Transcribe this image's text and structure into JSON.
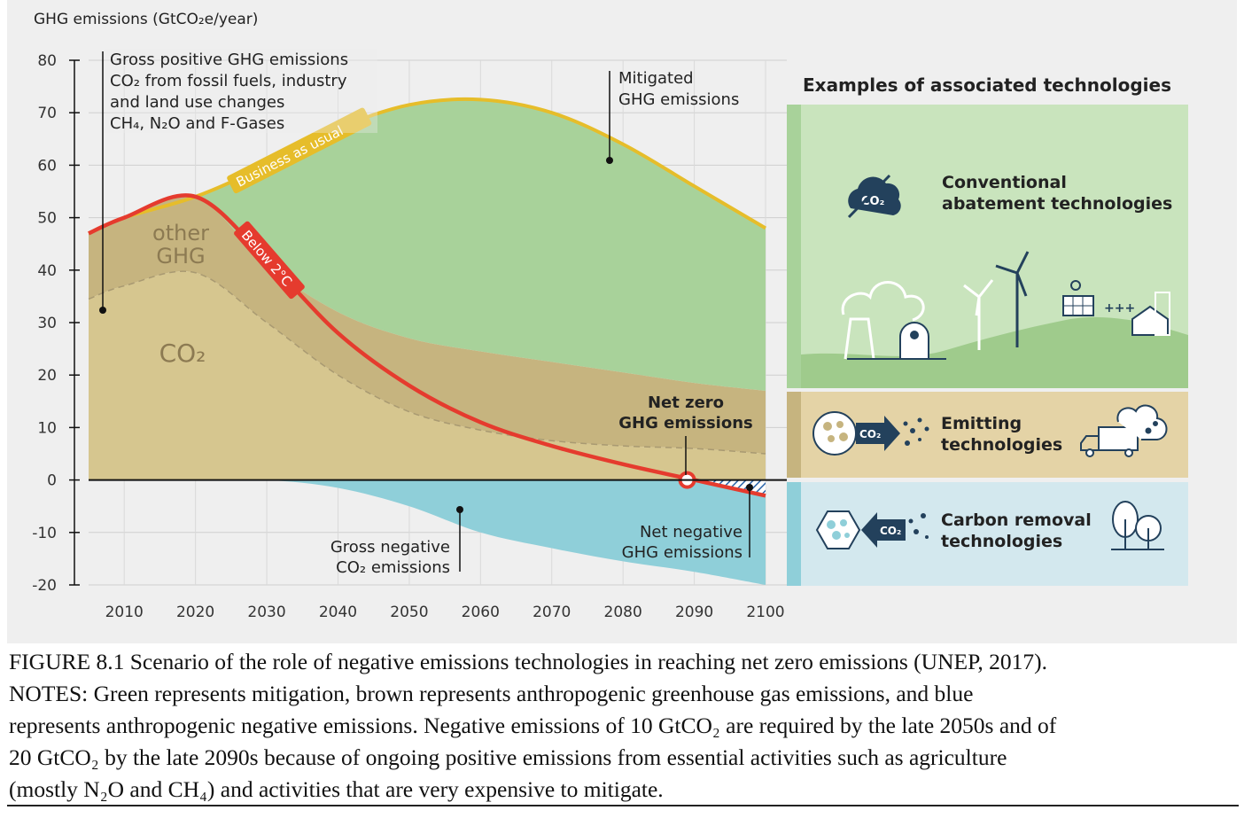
{
  "chart_data": {
    "type": "area",
    "ylabel": "GHG emissions (GtCO₂e/year)",
    "ylim": [
      -20,
      80
    ],
    "xlim": [
      2005,
      2100
    ],
    "yticks": [
      80,
      70,
      60,
      50,
      40,
      30,
      20,
      10,
      0,
      -10,
      -20
    ],
    "xticks": [
      2010,
      2020,
      2030,
      2040,
      2050,
      2060,
      2070,
      2080,
      2090,
      2100
    ],
    "grid": true,
    "x": [
      2005,
      2010,
      2020,
      2030,
      2040,
      2050,
      2060,
      2070,
      2080,
      2090,
      2100
    ],
    "series": [
      {
        "name": "Business as usual",
        "color": "#e6bd2a",
        "x": [
          2005,
          2010,
          2020,
          2030,
          2040,
          2050,
          2060,
          2070,
          2080,
          2090,
          2100
        ],
        "values": [
          47,
          50,
          54,
          60,
          67,
          71.5,
          72.5,
          70,
          64,
          56,
          48
        ]
      },
      {
        "name": "Below 2°C",
        "color": "#e53b2e",
        "x": [
          2005,
          2010,
          2020,
          2030,
          2040,
          2050,
          2060,
          2070,
          2080,
          2090,
          2100
        ],
        "values": [
          47,
          50,
          54,
          42,
          28,
          18,
          11,
          6.5,
          3,
          0,
          -3
        ]
      },
      {
        "name": "Gross positive GHG emissions",
        "x": [
          2005,
          2010,
          2020,
          2030,
          2040,
          2050,
          2060,
          2070,
          2080,
          2090,
          2100
        ],
        "values": [
          47,
          50,
          54,
          41,
          32,
          27,
          24.5,
          22.5,
          20.5,
          18.5,
          17
        ]
      },
      {
        "name": "CO₂",
        "x": [
          2005,
          2010,
          2020,
          2030,
          2040,
          2050,
          2060,
          2070,
          2080,
          2090,
          2100
        ],
        "values": [
          34.5,
          37,
          39.5,
          30,
          20,
          13,
          9.5,
          7.5,
          6.5,
          6,
          5
        ]
      },
      {
        "name": "Gross negative CO₂ emissions",
        "color": "#8fcfd9",
        "x": [
          2005,
          2010,
          2020,
          2030,
          2040,
          2050,
          2060,
          2070,
          2080,
          2090,
          2100
        ],
        "values": [
          0,
          0,
          0,
          0,
          -1.5,
          -5,
          -10,
          -13,
          -15.5,
          -17.5,
          -20
        ]
      }
    ],
    "annotations": {
      "gross_positive": [
        "Gross positive GHG emissions",
        "CO₂ from fossil fuels, industry",
        "and land use changes",
        "CH₄, N₂O and F-Gases"
      ],
      "mitigated": [
        "Mitigated",
        "GHG emissions"
      ],
      "other_ghg": [
        "other",
        "GHG"
      ],
      "co2": "CO₂",
      "net_zero": [
        "Net zero",
        "GHG emissions"
      ],
      "gross_negative": [
        "Gross negative",
        "CO₂ emissions"
      ],
      "net_negative": [
        "Net negative",
        "GHG emissions"
      ],
      "bau_label": "Business as usual",
      "below2_label": "Below 2°C"
    }
  },
  "technologies": {
    "title": "Examples of associated technologies",
    "conventional": [
      "Conventional",
      "abatement technologies"
    ],
    "emitting": [
      "Emitting",
      "technologies"
    ],
    "removal": [
      "Carbon removal",
      "technologies"
    ],
    "co2_badge": "CO₂",
    "co2_icon_text": "CO₂",
    "plus_signs": "+++"
  },
  "colors": {
    "mitigated": "#a8d29a",
    "other_ghg": "#c6b47f",
    "co2": "#d6c68f",
    "gross_negative": "#8fcfd9",
    "bau": "#e6bd2a",
    "below2": "#e53b2e",
    "panel_green": "#c9e4bd",
    "panel_tan": "#e4d3a6",
    "panel_blue": "#d3e8ee"
  },
  "caption": [
    "FIGURE 8.1 Scenario of the role of negative emissions technologies in reaching net zero emissions (UNEP, 2017).",
    "NOTES: Green represents mitigation, brown represents anthropogenic greenhouse gas emissions, and blue",
    "represents anthropogenic negative emissions. Negative emissions of 10 GtCO₂ are required by the late 2050s and of",
    "20 GtCO₂ by the late 2090s because of ongoing positive emissions from essential activities such as agriculture",
    "(mostly N₂O and CH₄) and activities that are very expensive to mitigate."
  ]
}
